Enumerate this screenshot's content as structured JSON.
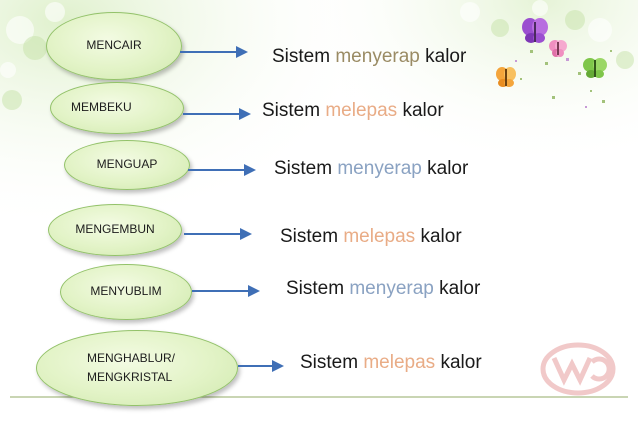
{
  "rows": [
    {
      "process": "MENCAIR",
      "prefix": "Sistem",
      "verb": "menyerap",
      "suffix": "kalor",
      "verb_color": "#9a8b64"
    },
    {
      "process": "MEMBEKU",
      "prefix": "Sistem",
      "verb": "melepas",
      "suffix": "kalor",
      "verb_color": "#e9ac86"
    },
    {
      "process": "MENGUAP",
      "prefix": "Sistem",
      "verb": "menyerap",
      "suffix": "kalor",
      "verb_color": "#8aa2c2"
    },
    {
      "process": "MENGEMBUN",
      "prefix": "Sistem",
      "verb": "melepas",
      "suffix": "kalor",
      "verb_color": "#e9ac86"
    },
    {
      "process": "MENYUBLIM",
      "prefix": "Sistem",
      "verb": "menyerap",
      "suffix": "kalor",
      "verb_color": "#8aa2c2"
    },
    {
      "process_line1": "MENGHABLUR/",
      "process_line2": "MENGKRISTAL",
      "prefix": "Sistem",
      "verb": "melepas",
      "suffix": "kalor",
      "verb_color": "#e9ac86"
    }
  ],
  "colors": {
    "ellipse_fill": "#e2f3c6",
    "ellipse_border": "#93c26a",
    "arrow": "#3f6fb6",
    "bottom_line": "#b7c79a"
  },
  "decorations": [
    "sparkle-background",
    "butterfly-purple",
    "butterfly-pink",
    "butterfly-orange",
    "butterfly-green",
    "logo-watermark"
  ]
}
